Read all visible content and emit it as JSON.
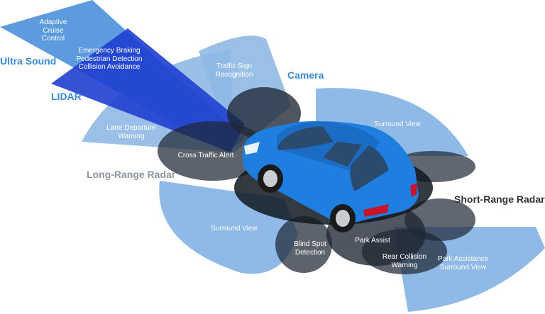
{
  "diagram": {
    "headings": {
      "ultra_sound": "Ultra Sound",
      "lidar": "LIDAR",
      "camera": "Camera",
      "long_range_radar": "Long-Range Radar",
      "short_range_radar": "Short-Range Radar"
    },
    "zones": {
      "adaptive_cruise": "Adaptive\nCruise\nControl",
      "emergency_braking": "Emergency Braking\nPedestrian Detection\nCollision Avoidance",
      "traffic_sign": "Traffic Sign\nRecognition",
      "surround_view_right": "Surround View",
      "lane_departure": "Lane Departure\nWarning",
      "cross_traffic": "Cross Traffic Alert",
      "surround_view_left": "Surround View",
      "blind_spot": "Blind Spot\nDetection",
      "park_assist": "Park Assist",
      "rear_collision": "Rear Collision\nWarning",
      "park_assistance_surround": "Park Assistance\nSurround View"
    },
    "colors": {
      "light_blue": "#8fb9e6",
      "medium_blue": "#3a86d6",
      "dark_blue": "#1f3fd0",
      "dark_zone": "#1e2733",
      "car_blue": "#1e7fe0",
      "heading_blue": "#3a8ad8",
      "heading_gray": "#8e979f",
      "heading_dark": "#333333"
    }
  }
}
